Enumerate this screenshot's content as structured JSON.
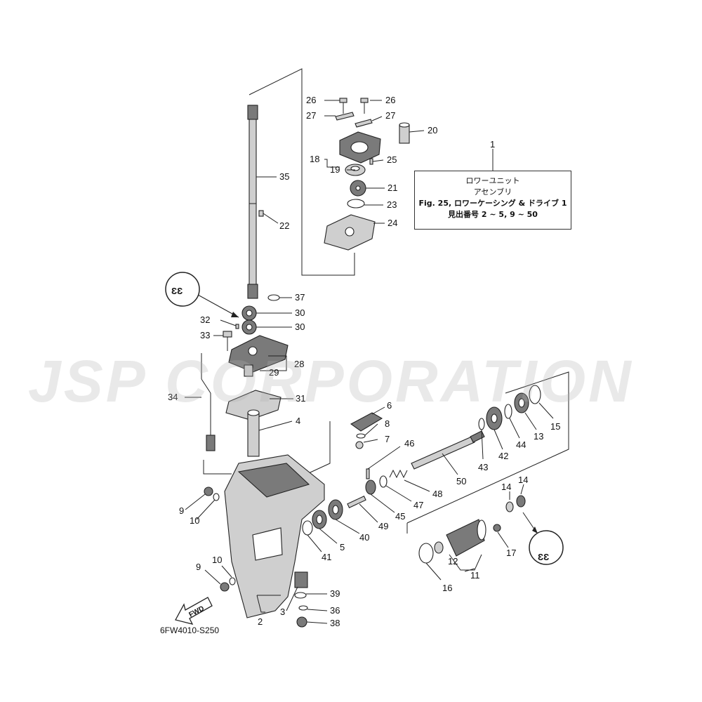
{
  "watermark": "JSP CORPORATION",
  "drawing_code": "6FW4010-S250",
  "fwd_label": "FWD",
  "info_box": {
    "ref_number": "1",
    "line1": "ロワーユニット",
    "line2": "アセンブリ",
    "line3": "Fig. 25, ロワーケーシング & ドライブ 1",
    "line4": "見出番号 2 ~ 5, 9 ~ 50"
  },
  "callouts": [
    "2",
    "3",
    "4",
    "5",
    "6",
    "7",
    "8",
    "9",
    "9",
    "10",
    "10",
    "11",
    "12",
    "13",
    "14",
    "14",
    "15",
    "16",
    "17",
    "18",
    "19",
    "20",
    "21",
    "22",
    "23",
    "24",
    "25",
    "26",
    "26",
    "27",
    "27",
    "28",
    "29",
    "30",
    "30",
    "31",
    "32",
    "33",
    "34",
    "35",
    "36",
    "37",
    "38",
    "39",
    "40",
    "41",
    "42",
    "43",
    "44",
    "45",
    "46",
    "47",
    "48",
    "49",
    "50"
  ],
  "labels": {
    "n2": "2",
    "n3": "3",
    "n4": "4",
    "n5": "5",
    "n6": "6",
    "n7": "7",
    "n8": "8",
    "n9a": "9",
    "n9b": "9",
    "n10a": "10",
    "n10b": "10",
    "n11": "11",
    "n12": "12",
    "n13": "13",
    "n14a": "14",
    "n14b": "14",
    "n15": "15",
    "n16": "16",
    "n17": "17",
    "n18": "18",
    "n19": "19",
    "n20": "20",
    "n21": "21",
    "n22": "22",
    "n23": "23",
    "n24": "24",
    "n25": "25",
    "n26a": "26",
    "n26b": "26",
    "n27a": "27",
    "n27b": "27",
    "n28": "28",
    "n29": "29",
    "n30a": "30",
    "n30b": "30",
    "n31": "31",
    "n32": "32",
    "n33": "33",
    "n34": "34",
    "n35": "35",
    "n36": "36",
    "n37": "37",
    "n38": "38",
    "n39": "39",
    "n40": "40",
    "n41": "41",
    "n42": "42",
    "n43": "43",
    "n44": "44",
    "n45": "45",
    "n46": "46",
    "n47": "47",
    "n48": "48",
    "n49": "49",
    "n50": "50"
  }
}
